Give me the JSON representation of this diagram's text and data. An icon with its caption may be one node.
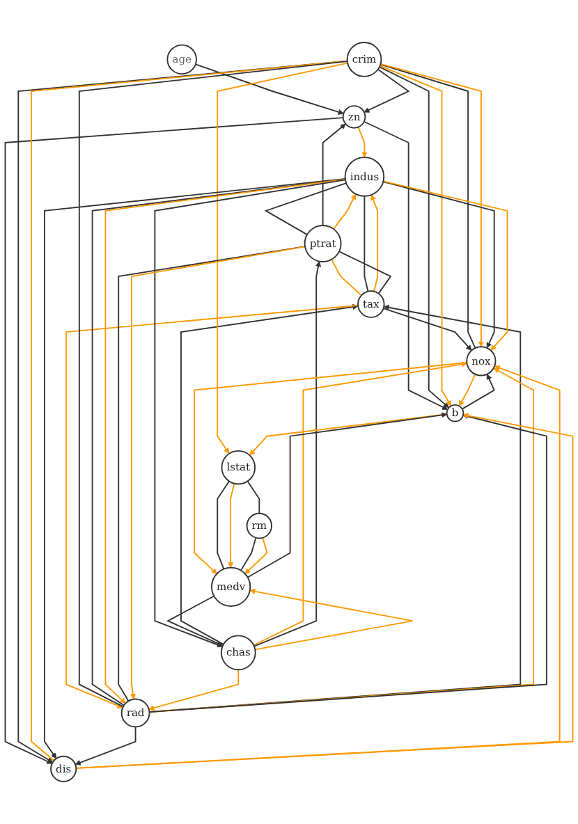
{
  "diagram": {
    "nodes": [
      {
        "text": [
          "zn"
        ]
      },
      {
        "text": [
          "tax"
        ]
      },
      {
        "text": [
          "age"
        ]
      },
      {
        "text": [
          "indus"
        ]
      },
      {
        "text": [
          "ptrat"
        ]
      },
      {
        "text": [
          "crim"
        ]
      },
      {
        "text": [
          "rad"
        ]
      },
      {
        "text": [
          "dis"
        ]
      },
      {
        "text": [
          "nox"
        ]
      },
      {
        "text": [
          "chas"
        ]
      },
      {
        "text": [
          "b"
        ]
      },
      {
        "text": [
          "lstat"
        ]
      },
      {
        "text": [
          "medv"
        ]
      },
      {
        "text": [
          "rm"
        ]
      }
    ],
    "edges": [
      {
        "from": 2,
        "to": 0,
        "arrow": "to"
      },
      {
        "from": 5,
        "to": 0,
        "arrow": "to"
      },
      {
        "from": 4,
        "to": 0,
        "arrow": "to"
      },
      {
        "from": 9,
        "to": 1,
        "arrow": "to"
      },
      {
        "from": 1,
        "to": 8,
        "arrow": "to"
      },
      {
        "from": 1,
        "to": 3,
        "arrow": "none"
      },
      {
        "from": 1,
        "to": 3,
        "arrow": "to",
        "color": "#ff9900"
      },
      {
        "from": 1,
        "to": 4,
        "arrow": "none"
      },
      {
        "from": 4,
        "to": 1,
        "arrow": "none",
        "color": "#ff9900"
      },
      {
        "from": 6,
        "to": 1,
        "arrow": "to"
      },
      {
        "from": 1,
        "to": 6,
        "arrow": "to",
        "color": "#ff9900"
      },
      {
        "from": 3,
        "to": 4,
        "arrow": "none"
      },
      {
        "from": 4,
        "to": 3,
        "arrow": "to",
        "color": "#ff9900"
      },
      {
        "from": 0,
        "to": 3,
        "arrow": "to",
        "color": "#ff9900"
      },
      {
        "from": 0,
        "to": 7,
        "arrow": "to"
      },
      {
        "from": 0,
        "to": 10,
        "arrow": "to"
      },
      {
        "from": 5,
        "to": 10,
        "arrow": "to"
      },
      {
        "from": 5,
        "to": 10,
        "arrow": "to",
        "color": "#ff9900"
      },
      {
        "from": 5,
        "to": 11,
        "arrow": "to",
        "color": "#ff9900"
      },
      {
        "from": 5,
        "to": 7,
        "arrow": "to"
      },
      {
        "from": 5,
        "to": 7,
        "arrow": "none",
        "color": "#ff9900"
      },
      {
        "from": 5,
        "to": 6,
        "arrow": "none"
      },
      {
        "from": 5,
        "to": 8,
        "arrow": "none"
      },
      {
        "from": 5,
        "to": 8,
        "arrow": "to",
        "color": "#ff9900"
      },
      {
        "from": 3,
        "to": 7,
        "arrow": "to"
      },
      {
        "from": 3,
        "to": 8,
        "arrow": "to"
      },
      {
        "from": 3,
        "to": 8,
        "arrow": "to",
        "color": "#ff9900"
      },
      {
        "from": 3,
        "to": 6,
        "arrow": "none"
      },
      {
        "from": 3,
        "to": 6,
        "arrow": "to",
        "color": "#ff9900"
      },
      {
        "from": 3,
        "to": 9,
        "arrow": "to"
      },
      {
        "from": 4,
        "to": 6,
        "arrow": "none"
      },
      {
        "from": 4,
        "to": 6,
        "arrow": "to",
        "color": "#ff9900"
      },
      {
        "from": 6,
        "to": 7,
        "arrow": "to"
      },
      {
        "from": 6,
        "to": 8,
        "arrow": "to",
        "color": "#ff9900"
      },
      {
        "from": 6,
        "to": 10,
        "arrow": "to"
      },
      {
        "from": 9,
        "to": 6,
        "arrow": "to",
        "color": "#ff9900"
      },
      {
        "from": 9,
        "to": 8,
        "arrow": "to",
        "color": "#ff9900"
      },
      {
        "from": 9,
        "to": 4,
        "arrow": "to"
      },
      {
        "from": 7,
        "to": 8,
        "arrow": "to",
        "color": "#ff9900"
      },
      {
        "from": 7,
        "to": 10,
        "arrow": "to",
        "color": "#ff9900"
      },
      {
        "from": 10,
        "to": 8,
        "arrow": "to"
      },
      {
        "from": 8,
        "to": 10,
        "arrow": "to",
        "color": "#ff9900"
      },
      {
        "from": 8,
        "to": 12,
        "arrow": "to",
        "color": "#ff9900"
      },
      {
        "from": 10,
        "to": 11,
        "arrow": "to",
        "color": "#ff9900"
      },
      {
        "from": 12,
        "to": 10,
        "arrow": "to"
      },
      {
        "from": 12,
        "to": 9,
        "arrow": "to"
      },
      {
        "from": 9,
        "to": 12,
        "arrow": "to",
        "color": "#ff9900"
      },
      {
        "from": 11,
        "to": 13,
        "arrow": "none"
      },
      {
        "from": 11,
        "to": 12,
        "arrow": "none"
      },
      {
        "from": 11,
        "to": 12,
        "arrow": "to",
        "color": "#ff9900"
      },
      {
        "from": 13,
        "to": 12,
        "arrow": "none"
      },
      {
        "from": 13,
        "to": 12,
        "arrow": "to",
        "color": "#ff9900"
      }
    ]
  }
}
